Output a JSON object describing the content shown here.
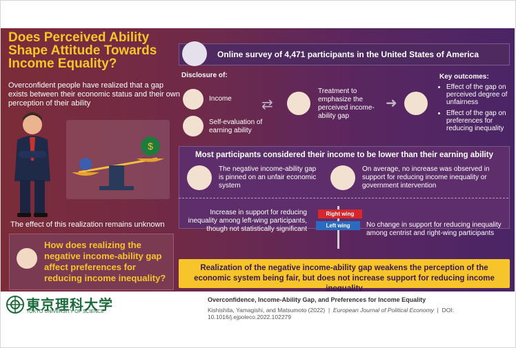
{
  "title": "Does Perceived Ability Shape Attitude Towards Income Equality?",
  "intro": "Overconfident people have realized that a gap exists between their economic status and their own perception of their ability",
  "unknown_effect": "The effect of this realization remains unknown",
  "question": "How does realizing the negative income-ability gap affect preferences for reducing income inequality?",
  "survey": "Online survey of 4,471 participants in the United States of America",
  "disclosure_label": "Disclosure of:",
  "disclosure_items": [
    "Income",
    "Self-evaluation of earning ability"
  ],
  "treatment": "Treatment to emphasize the perceived income-ability gap",
  "key_outcomes_label": "Key outcomes:",
  "key_outcomes": [
    "Effect of the gap on perceived degree of unfairness",
    "Effect of the gap on preferences for reducing inequality"
  ],
  "finding_title": "Most participants considered their income to be lower than their earning ability",
  "finding_1": "The negative income-ability gap is pinned on an unfair economic system",
  "finding_2": "On average, no increase was observed in support for reducing income inequality or government intervention",
  "left_wing_result": "Increase in support for reducing inequality among left-wing participants, though not statistically significant",
  "centrist_result": "No change in support for reducing inequality among centrist and right-wing participants",
  "sign_right": "Right wing",
  "sign_left": "Left wing",
  "conclusion": "Realization of the negative income-ability gap weakens the perception of the economic system being fair, but does not increase support for reducing income inequality",
  "logo_jp": "東京理科大学",
  "logo_en": "TOKYO UNIVERSITY OF SCIENCE",
  "ref_title": "Overconfidence, Income-Ability Gap, and Preferences for Income Equality",
  "ref_authors": "Kishishita, Yamagishi, and Matsumoto (2022)",
  "ref_journal": "European Journal of Political Economy",
  "ref_doi": "DOI: 10.1016/j.ejpoleco.2022.102279",
  "colors": {
    "accent": "#f7c52a",
    "bg_left": "#7c2c38",
    "bg_right": "#4a2566",
    "logo_green": "#1a6a3a"
  }
}
